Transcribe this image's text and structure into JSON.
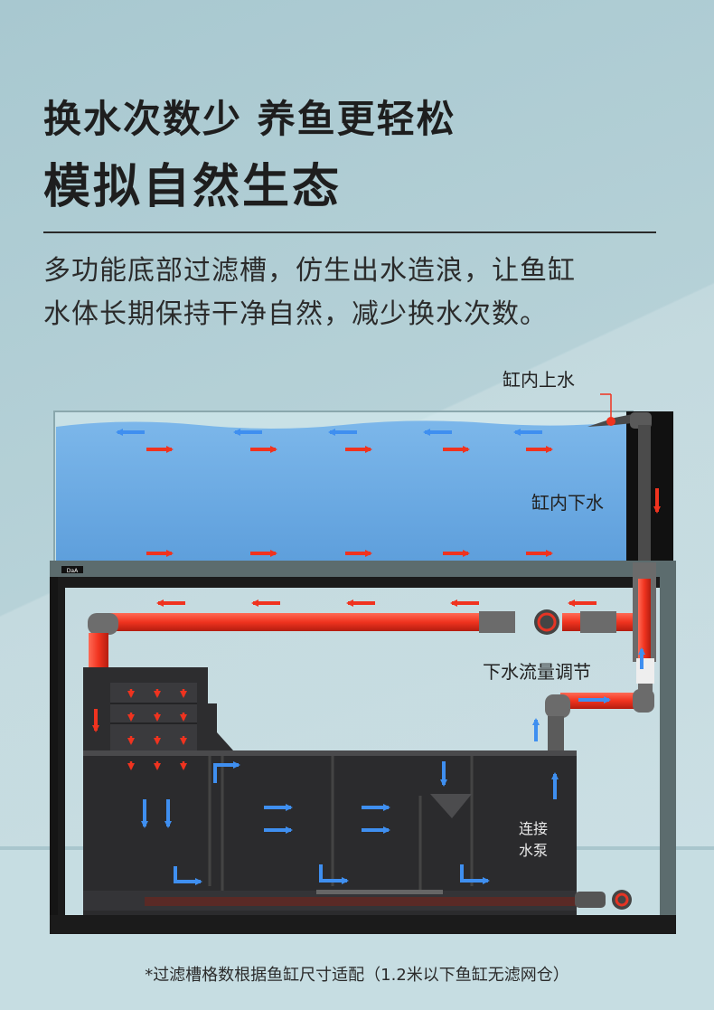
{
  "headline": {
    "line1": "换水次数少 养鱼更轻松",
    "line2": "模拟自然生态"
  },
  "description": {
    "line1": "多功能底部过滤槽，仿生出水造浪，让鱼缸",
    "line2": "水体长期保持干净自然，减少换水次数。"
  },
  "diagram": {
    "labels": {
      "inlet": "缸内上水",
      "outlet": "缸内下水",
      "flow_regulation": "下水流量调节",
      "pump_line1": "连接",
      "pump_line2": "水泵"
    },
    "brand_badge": "DaA",
    "colors": {
      "water": "#6aa9e0",
      "flow_hot": "#f0331f",
      "flow_cool": "#3f8ff0",
      "cabinet": "#2b2b2d",
      "frame": "#5c6c6e"
    }
  },
  "footnote": "*过滤槽格数根据鱼缸尺寸适配（1.2米以下鱼缸无滤网仓）"
}
